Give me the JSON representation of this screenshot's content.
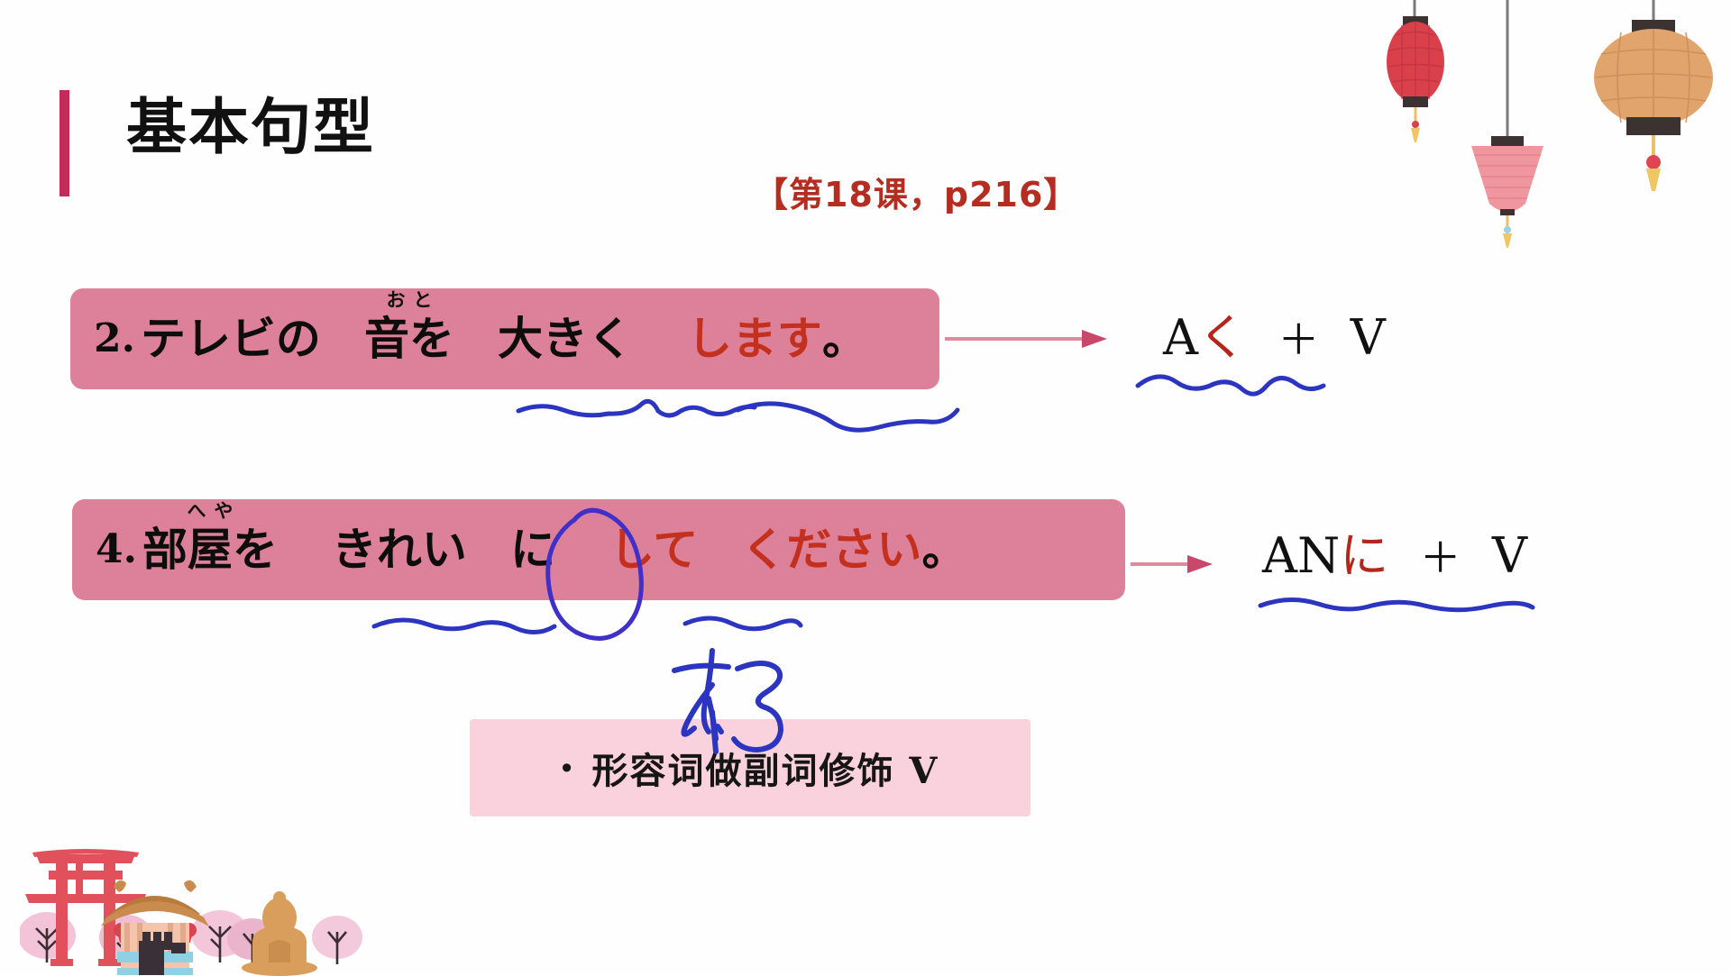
{
  "slide": {
    "title": "基本句型",
    "lesson_reference": "【第18课，p216】",
    "accent_color": "#c42a5a",
    "bar_color": "#dd8099",
    "note_box_color": "#f9d2de",
    "red_text_color": "#c3301d",
    "ink_color": "#2b35c0"
  },
  "examples": [
    {
      "number": "2.",
      "furigana": "おと",
      "segments": [
        {
          "text": "テレビの",
          "color": "black"
        },
        {
          "text": "音を",
          "color": "black",
          "ruby": "おと"
        },
        {
          "text": "大きく",
          "color": "black"
        },
        {
          "text": "します",
          "color": "red"
        },
        {
          "text": "。",
          "color": "black"
        }
      ],
      "plain": "2. テレビの 音を 大きく します。",
      "formula": {
        "prefix": "A",
        "kana": "く",
        "plus": "＋",
        "verb": "V"
      },
      "underlined_parts": [
        "音を",
        "大きく"
      ]
    },
    {
      "number": "4.",
      "furigana": "へや",
      "segments": [
        {
          "text": "部屋を",
          "color": "black",
          "ruby": "へや"
        },
        {
          "text": "きれい",
          "color": "black"
        },
        {
          "text": "に",
          "color": "black",
          "circled": true
        },
        {
          "text": "して",
          "color": "red"
        },
        {
          "text": "ください",
          "color": "red"
        },
        {
          "text": "。",
          "color": "black"
        }
      ],
      "plain": "4. 部屋を きれい に して ください。",
      "formula": {
        "prefix": "AN",
        "kana": "に",
        "plus": "＋",
        "verb": "V"
      },
      "underlined_parts": [
        "きれい",
        "して"
      ]
    }
  ],
  "note": {
    "bullet": "•",
    "text": "形容词做副词修饰 V"
  },
  "handwriting": {
    "suru": "する"
  },
  "decorations": {
    "lanterns": [
      "red-oval-lantern",
      "pink-trapezoid-lantern",
      "tan-round-lantern"
    ],
    "scene": [
      "torii-gate",
      "pagoda-house",
      "buddha-statue",
      "cherry-blossom-trees"
    ]
  }
}
